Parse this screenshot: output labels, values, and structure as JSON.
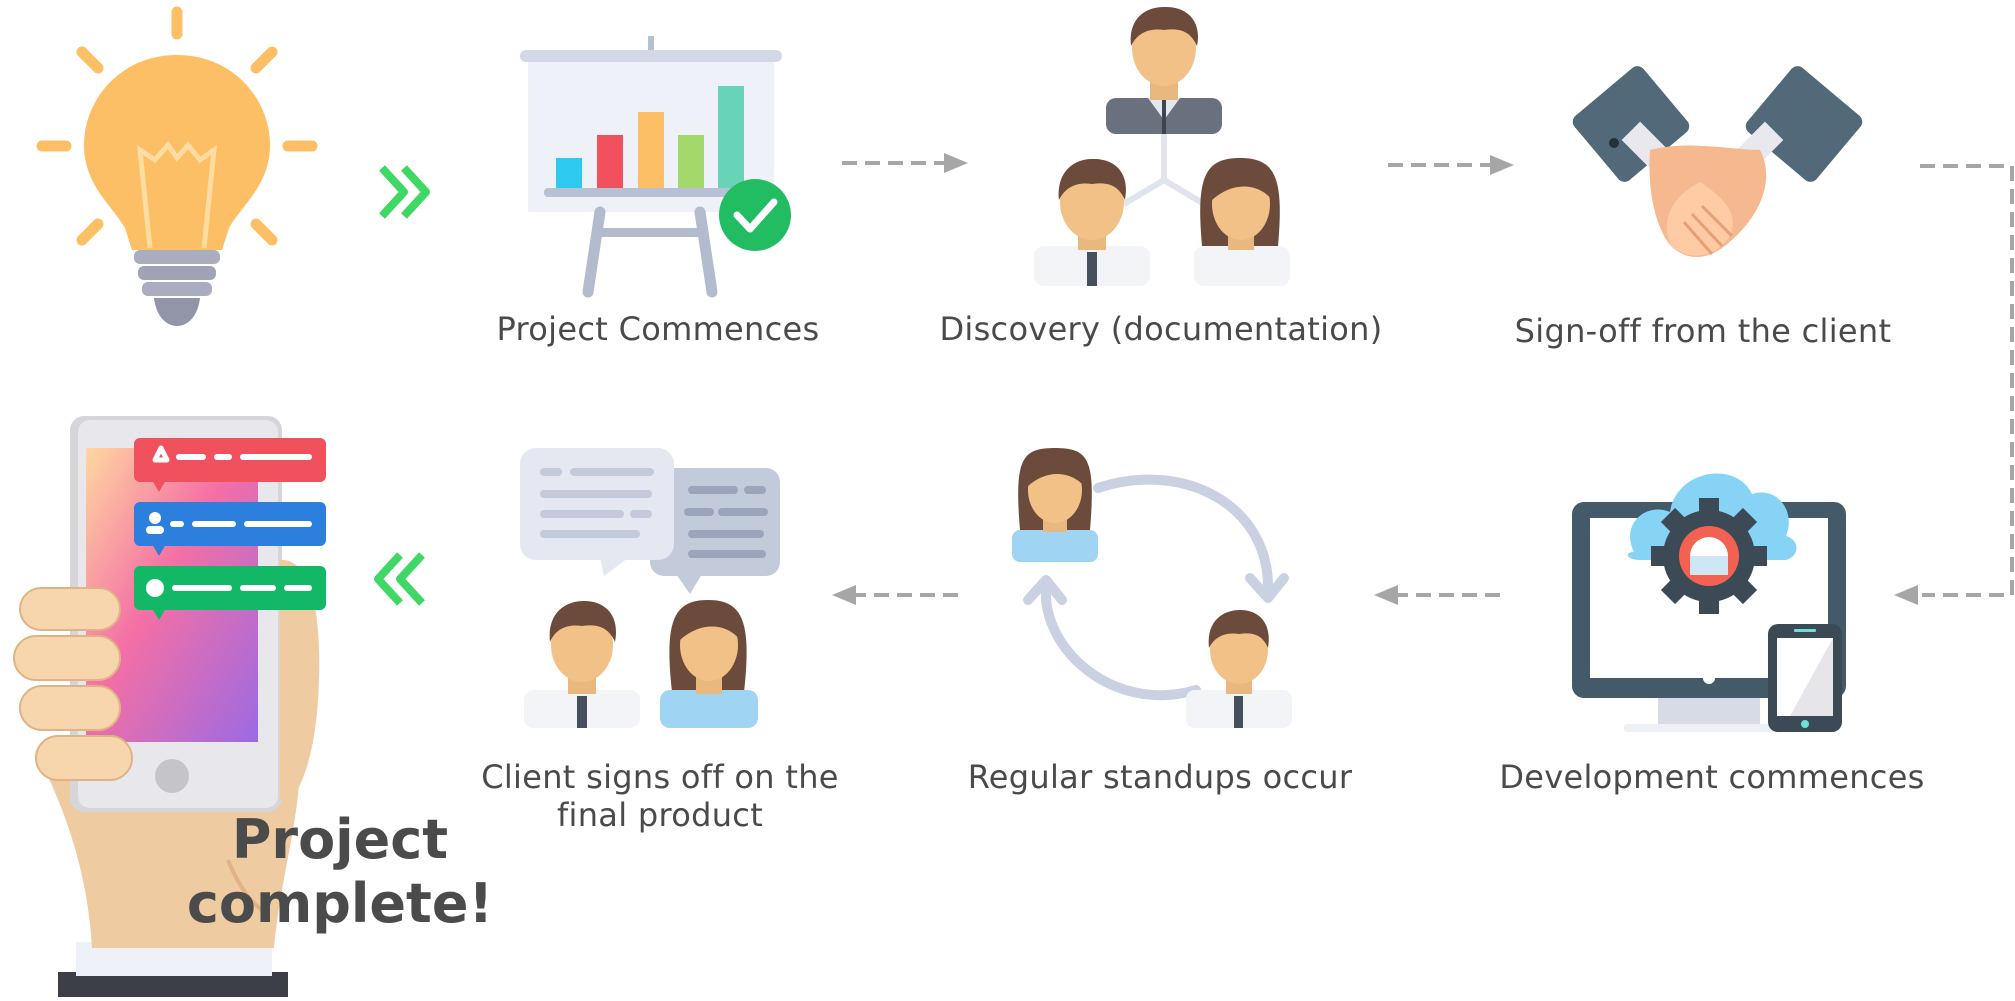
{
  "steps": [
    {
      "label": "Project Commences"
    },
    {
      "label": "Discovery (documentation)"
    },
    {
      "label": "Sign-off from the client"
    },
    {
      "label": "Development commences"
    },
    {
      "label": "Regular standups occur"
    },
    {
      "label": "Client signs off on the final product"
    }
  ],
  "final": {
    "line1": "Project",
    "line2": "complete!"
  },
  "icons": {
    "idea": "lightbulb-icon",
    "commence": "presentation-board-icon",
    "discovery": "team-hierarchy-icon",
    "signoff": "handshake-icon",
    "development": "monitor-cloud-gear-icon",
    "standups": "cycle-people-icon",
    "client_signoff": "chat-people-icon",
    "complete": "phone-in-hand-icon"
  },
  "colors": {
    "arrow_green": "#3fd865",
    "dash_gray": "#a6a6a6",
    "text": "#4a4a4a",
    "bulb": "#fdbf65",
    "slate": "#455a68"
  }
}
